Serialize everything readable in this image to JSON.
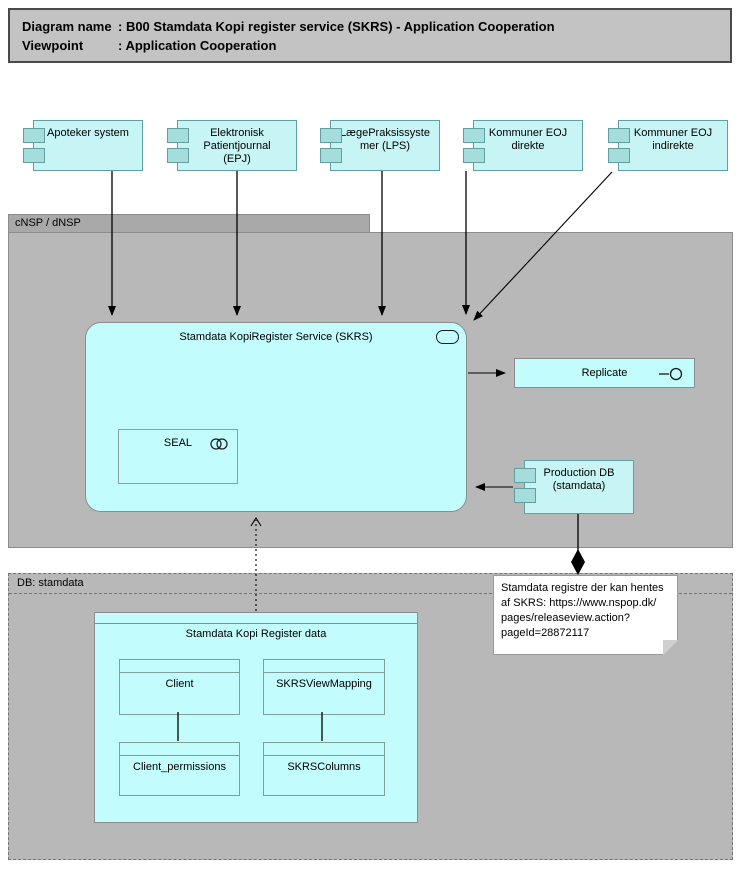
{
  "title": {
    "row1_label": "Diagram name",
    "row1_value": ": B00 Stamdata Kopi register service (SKRS) - Application Cooperation",
    "row2_label": "Viewpoint",
    "row2_value": ": Application Cooperation"
  },
  "actors": [
    {
      "label": "Apoteker system"
    },
    {
      "label": "Elektronisk\nPatientjournal\n(EPJ)"
    },
    {
      "label": "LægePraksissyste\nmer (LPS)"
    },
    {
      "label": "Kommuner EOJ\ndirekte"
    },
    {
      "label": "Kommuner EOJ\nindirekte"
    }
  ],
  "containers": {
    "cnsp_label": "cNSP / dNSP",
    "db_label": "DB: stamdata"
  },
  "skrs": {
    "label": "Stamdata KopiRegister Service (SKRS)"
  },
  "seal": {
    "label": "SEAL"
  },
  "replicate": {
    "label": "Replicate"
  },
  "production_db": {
    "label": "Production DB\n(stamdata)"
  },
  "note": {
    "text": "Stamdata registre der kan hentes\naf SKRS: https://www.nspop.dk/\npages/releaseview.action?\npageId=28872117"
  },
  "data_model": {
    "title": "Stamdata Kopi Register data",
    "entities": [
      {
        "label": "Client"
      },
      {
        "label": "SKRSViewMapping"
      },
      {
        "label": "Client_permissions"
      },
      {
        "label": "SKRSColumns"
      }
    ]
  },
  "colors": {
    "component_fill": "#c7f4f4",
    "component_tab_fill": "#a5dcdc",
    "component_border": "#62a0a0",
    "service_fill": "#c2fcfc",
    "container_fill": "#b8b8b8",
    "container_tab_fill": "#a9a9a9",
    "title_fill": "#c3c3c3",
    "note_fill": "#ffffff",
    "connector": "#000000"
  }
}
